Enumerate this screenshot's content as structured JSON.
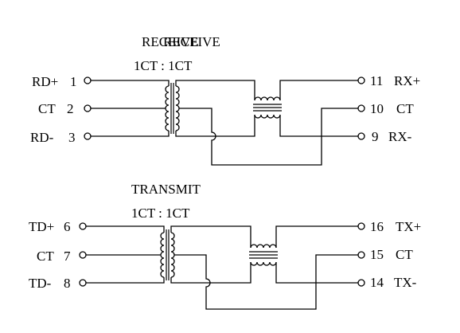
{
  "receive": {
    "title_a": "RECEIVE",
    "title_b": "RECEIVE",
    "ratio": "1CT : 1CT",
    "left_pins": [
      {
        "label": "RD+",
        "num": "1"
      },
      {
        "label": "CT",
        "num": "2"
      },
      {
        "label": "RD-",
        "num": "3"
      }
    ],
    "right_pins": [
      {
        "num": "11",
        "label": "RX+"
      },
      {
        "num": "10",
        "label": "CT"
      },
      {
        "num": "9",
        "label": "RX-"
      }
    ]
  },
  "transmit": {
    "title": "TRANSMIT",
    "ratio": "1CT : 1CT",
    "left_pins": [
      {
        "label": "TD+",
        "num": "6"
      },
      {
        "label": "CT",
        "num": "7"
      },
      {
        "label": "TD-",
        "num": "8"
      }
    ],
    "right_pins": [
      {
        "num": "16",
        "label": "TX+"
      },
      {
        "num": "15",
        "label": "CT"
      },
      {
        "num": "14",
        "label": "TX-"
      }
    ]
  }
}
